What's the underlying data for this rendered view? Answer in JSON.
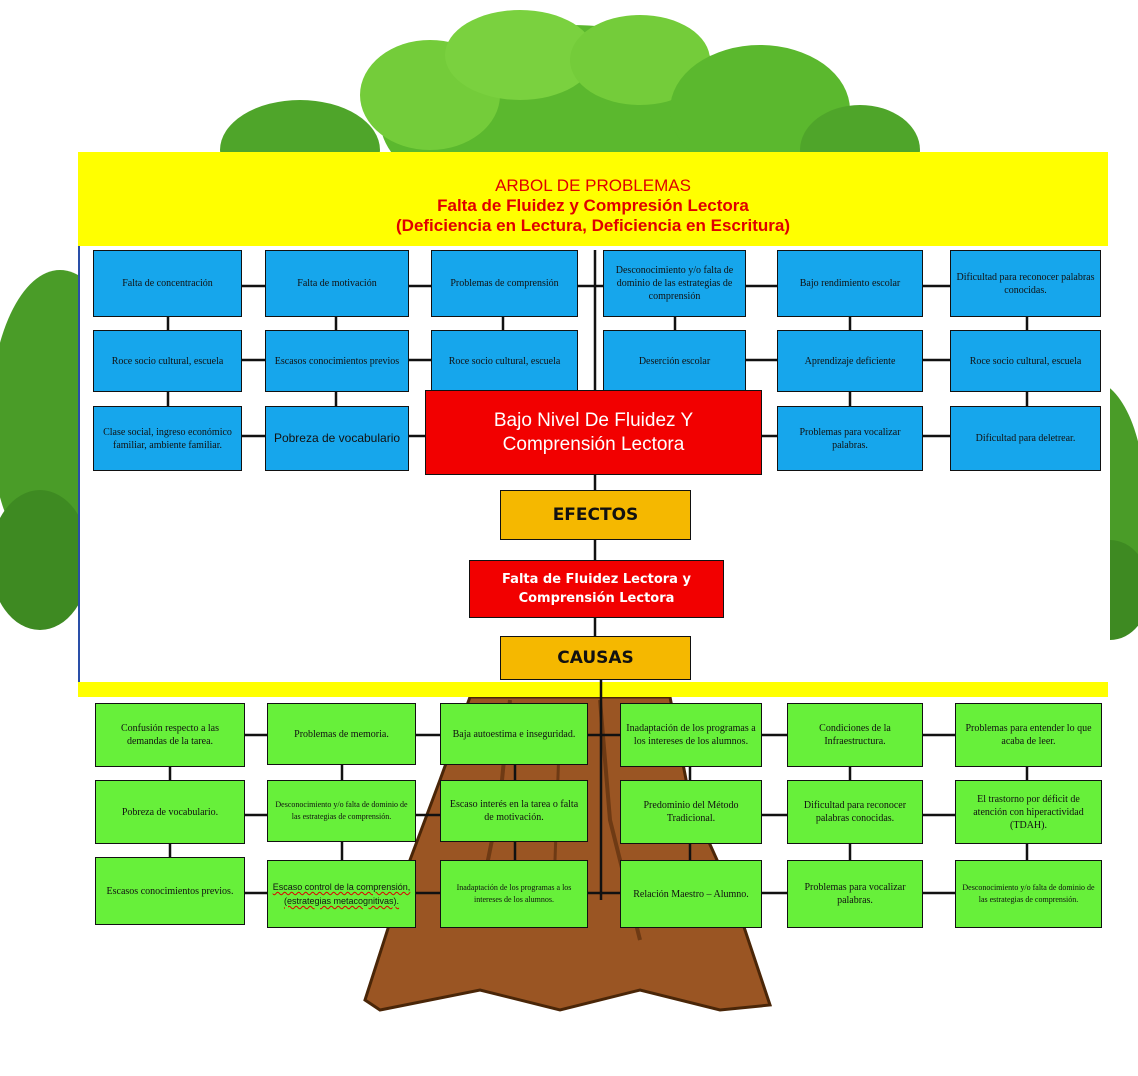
{
  "title": {
    "line1": "ARBOL DE PROBLEMAS",
    "line2": "Falta de Fluidez y Compresión Lectora",
    "line3": "(Deficiencia en Lectura, Deficiencia en Escritura)"
  },
  "core_problem": "Bajo Nivel De Fluidez Y Comprensión Lectora",
  "efectos_label": "EFECTOS",
  "central_problem": "Falta de Fluidez Lectora y Comprensión Lectora",
  "causas_label": "CAUSAS",
  "effects": [
    [
      "Falta de concentración",
      "Roce socio cultural, escuela",
      "Clase social, ingreso económico familiar, ambiente familiar."
    ],
    [
      "Falta de motivación",
      "Escasos conocimientos previos",
      "Pobreza de vocabulario"
    ],
    [
      "Problemas de comprensión",
      "Roce socio cultural, escuela"
    ],
    [
      "Desconocimiento y/o falta de dominio de las estrategias de comprensión",
      "Deserción escolar"
    ],
    [
      "Bajo rendimiento escolar",
      "Aprendizaje deficiente",
      "Problemas para vocalizar palabras."
    ],
    [
      "Dificultad para reconocer palabras conocidas.",
      "Roce socio cultural, escuela",
      "Dificultad para deletrear."
    ]
  ],
  "causes": [
    [
      "Confusión respecto a las demandas de la tarea.",
      "Pobreza de vocabulario.",
      "Escasos conocimientos previos."
    ],
    [
      "Problemas de memoria.",
      "Desconocimiento y/o falta de dominio de las estrategias de comprensión.",
      "Escaso control  de la comprensión,  (estrategias metacognitivas)."
    ],
    [
      "Baja autoestima e inseguridad.",
      "Escaso interés en la tarea o falta de motivación.",
      "Inadaptación de los programas a los intereses de los alumnos."
    ],
    [
      "Inadaptación de los programas a los intereses de los alumnos.",
      "Predominio del Método Tradicional.",
      "Relación Maestro – Alumno."
    ],
    [
      "Condiciones de la Infraestructura.",
      "Dificultad para reconocer palabras conocidas.",
      "Problemas para vocalizar palabras."
    ],
    [
      "Problemas para entender lo que acaba de leer.",
      "El trastorno por déficit de atención con hiperactividad (TDAH).",
      "Desconocimiento y/o falta de dominio de las estrategias de comprensión."
    ]
  ],
  "colors": {
    "title_band": "#ffff00",
    "title_text": "#e00000",
    "effect_box": "#16a6ec",
    "cause_box": "#67f03a",
    "core_box": "#f20000",
    "label_box": "#f5b800"
  }
}
